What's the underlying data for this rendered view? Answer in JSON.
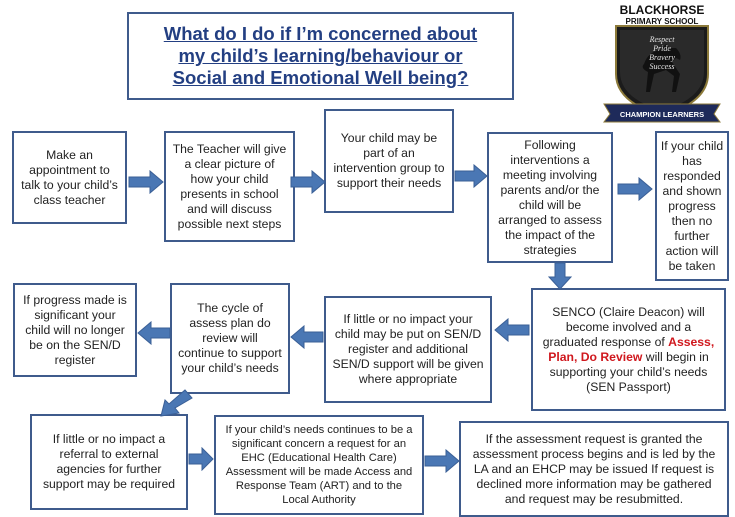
{
  "title": {
    "line1": "What do I do if I’m concerned about",
    "line2": "my child’s learning/behaviour or",
    "line3": "Social and Emotional Well being?"
  },
  "logo": {
    "name": "BLACKHORSE",
    "sub": "PRIMARY SCHOOL",
    "motto1": "Respect",
    "motto2": "Pride",
    "motto3": "Bravery",
    "motto4": "Success",
    "banner": "CHAMPION LEARNERS"
  },
  "boxes": {
    "b1": "Make an appointment to talk  to your child’s class teacher",
    "b2": "The Teacher will give a clear picture of how your child presents in school and will discuss possible next steps",
    "b3": "Your child may be part of an intervention group to support their needs",
    "b4": "Following interventions a meeting involving parents and/or the child will be arranged to assess the impact of the strategies",
    "b5": "If your child has responded and shown progress then no further action will be taken",
    "b6_before": "SENCO (Claire Deacon) will become involved and a graduated response of ",
    "b6_red": "Assess, Plan, Do Review",
    "b6_after": " will begin in supporting your child’s needs (SEN Passport)",
    "b7": "If little or no impact your child may be put on SEN/D register and additional SEN/D support will be given where appropriate",
    "b8": "The cycle of assess plan do review will continue to support your child’s needs",
    "b9": "If progress made is significant your child will no longer be on the SEN/D register",
    "b10": "If little or no impact a referral to external agencies for further support may be required",
    "b11": "If your child’s needs continues to be a significant concern a request for an EHC (Educational Health Care) Assessment  will be made Access and Response Team (ART) and to the Local Authority",
    "b12": "If the assessment request is granted the assessment process begins and is led by the LA and an EHCP may be issued If request is declined more information may be gathered and request may be resubmitted."
  },
  "colors": {
    "border": "#3f5b8c",
    "arrow": "#4a77b4",
    "title": "#233f82",
    "highlight": "#d0181e"
  }
}
